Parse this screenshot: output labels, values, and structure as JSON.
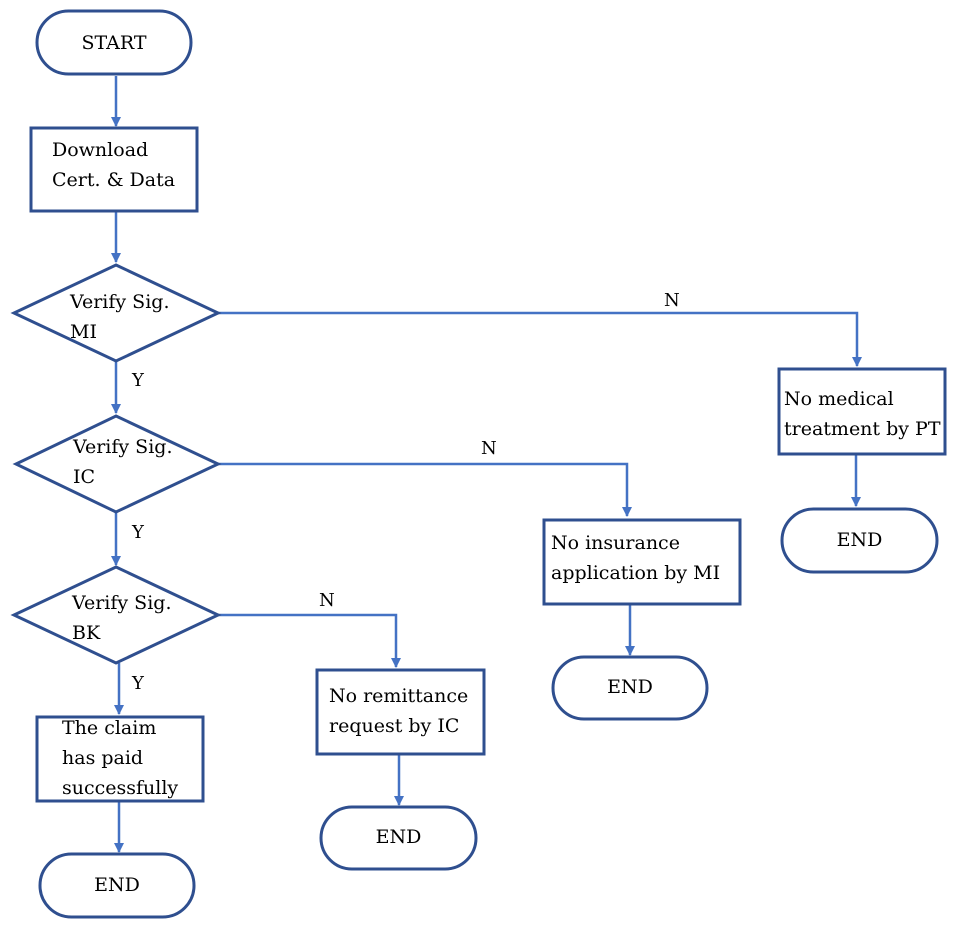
{
  "colors": {
    "shape_border": "#2f4f8f",
    "connector": "#4472c4",
    "text": "#000000",
    "background": "#ffffff"
  },
  "nodes": {
    "start": {
      "text": "START",
      "shape": "terminator"
    },
    "download": {
      "text": "Download\nCert. & Data",
      "shape": "process"
    },
    "verify_mi": {
      "text": "Verify Sig.\nMI",
      "shape": "decision"
    },
    "verify_ic": {
      "text": "Verify Sig.\nIC",
      "shape": "decision"
    },
    "verify_bk": {
      "text": "Verify Sig.\nBK",
      "shape": "decision"
    },
    "claim_paid": {
      "text": "The claim\nhas paid\nsuccessfully",
      "shape": "process"
    },
    "end_claim": {
      "text": "END",
      "shape": "terminator"
    },
    "no_remittance": {
      "text": "No remittance\nrequest by IC",
      "shape": "process"
    },
    "end_remittance": {
      "text": "END",
      "shape": "terminator"
    },
    "no_insurance": {
      "text": "No insurance\napplication by MI",
      "shape": "process"
    },
    "end_insurance": {
      "text": "END",
      "shape": "terminator"
    },
    "no_medical": {
      "text": "No medical\ntreatment by PT",
      "shape": "process"
    },
    "end_medical": {
      "text": "END",
      "shape": "terminator"
    }
  },
  "edges": {
    "start_download": {
      "from": "start",
      "to": "download",
      "label": ""
    },
    "download_mi": {
      "from": "download",
      "to": "verify_mi",
      "label": ""
    },
    "mi_yes": {
      "from": "verify_mi",
      "to": "verify_ic",
      "label": "Y"
    },
    "mi_no": {
      "from": "verify_mi",
      "to": "no_medical",
      "label": "N"
    },
    "ic_yes": {
      "from": "verify_ic",
      "to": "verify_bk",
      "label": "Y"
    },
    "ic_no": {
      "from": "verify_ic",
      "to": "no_insurance",
      "label": "N"
    },
    "bk_yes": {
      "from": "verify_bk",
      "to": "claim_paid",
      "label": "Y"
    },
    "bk_no": {
      "from": "verify_bk",
      "to": "no_remittance",
      "label": "N"
    },
    "claim_end": {
      "from": "claim_paid",
      "to": "end_claim",
      "label": ""
    },
    "remittance_end": {
      "from": "no_remittance",
      "to": "end_remittance",
      "label": ""
    },
    "insurance_end": {
      "from": "no_insurance",
      "to": "end_insurance",
      "label": ""
    },
    "medical_end": {
      "from": "no_medical",
      "to": "end_medical",
      "label": ""
    }
  }
}
